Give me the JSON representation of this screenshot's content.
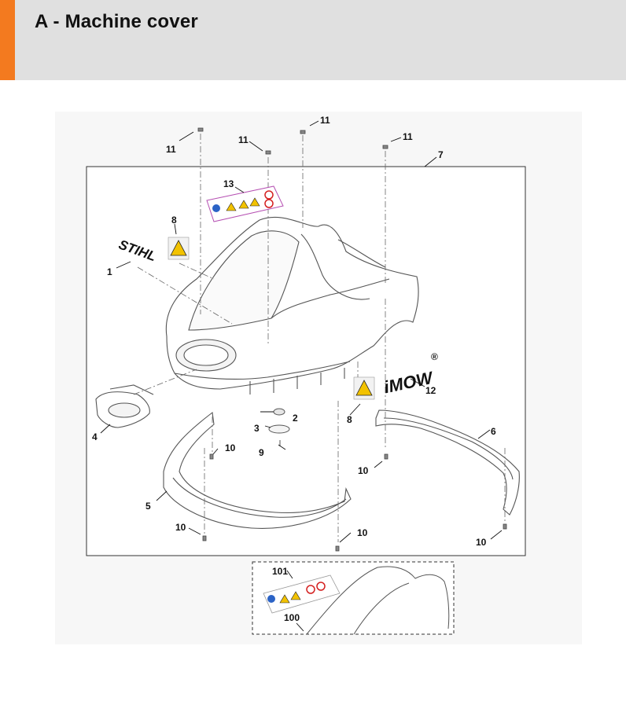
{
  "header": {
    "title": "A - Machine cover",
    "accent_color": "#f37a1f",
    "background_color": "#e0e0e0"
  },
  "diagram": {
    "logos": {
      "stihl": "STIHL",
      "imow": "iMOW",
      "trademark": "®"
    },
    "callouts": {
      "c1": "1",
      "c2": "2",
      "c3": "3",
      "c4": "4",
      "c5": "5",
      "c6": "6",
      "c7": "7",
      "c8a": "8",
      "c8b": "8",
      "c9": "9",
      "c10a": "10",
      "c10b": "10",
      "c10c": "10",
      "c10d": "10",
      "c10e": "10",
      "c11a": "11",
      "c11b": "11",
      "c11c": "11",
      "c11d": "11",
      "c12": "12",
      "c13": "13",
      "c100": "100",
      "c101": "101"
    }
  }
}
